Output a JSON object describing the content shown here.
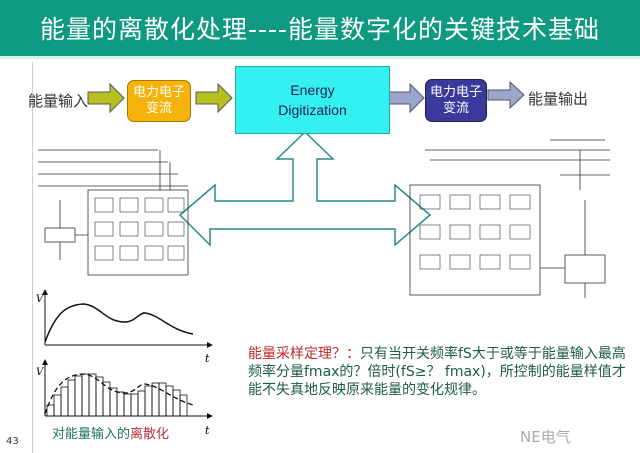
{
  "header": {
    "title": "能量的离散化处理----能量数字化的关键技术基础",
    "bg_color": "#0e9a80"
  },
  "flow": {
    "input_label": "能量输入",
    "converter_in": "电力电子变流",
    "energy_box_line1": "Energy",
    "energy_box_line2": "Digitization",
    "converter_out": "电力电子变流",
    "output_label": "能量输出",
    "colors": {
      "converter_in": "#f5b20a",
      "energy": "#35f0f0",
      "converter_out": "#3a3a9c"
    }
  },
  "charts": {
    "top_ylabel": "V",
    "top_ysub": "t",
    "bottom_ylabel": "V",
    "bottom_ysub": "t",
    "xlabel": "t"
  },
  "caption": {
    "part1": "对能量输入的",
    "part2": "离散化"
  },
  "theorem": {
    "title": "能量采样定理？：",
    "body": "只有当开关频率fS大于或等于能量输入最高频率分量fmax的？倍时(fS≥？ fmax)，所控制的能量样值才能不失真地反映原来能量的变化规律。"
  },
  "page_number": "43",
  "watermark": "NE电气"
}
